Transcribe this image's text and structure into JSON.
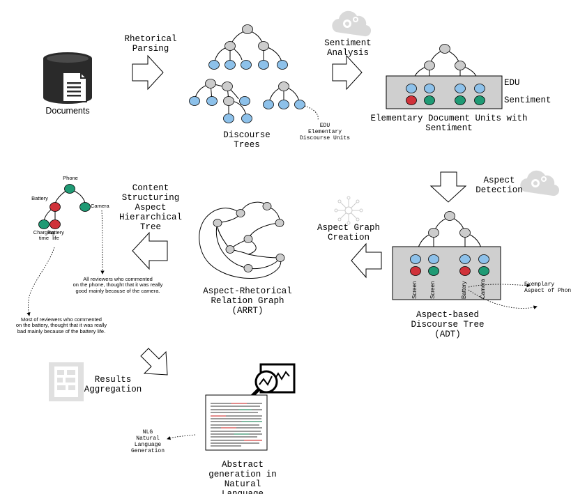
{
  "colors": {
    "blue_node": "#8dc1ea",
    "gray_node": "#cccccc",
    "red_node": "#d0323a",
    "green_node": "#1f9a74",
    "panel": "#cfcfcf",
    "icon_dark": "#2a2a2a",
    "icon_light": "#d9d9d9"
  },
  "documents": {
    "label": "Documents",
    "icon": "database-document-icon"
  },
  "rhetorical_parsing": {
    "label": "Rhetorical\nParsing"
  },
  "discourse_trees": {
    "label": "Discourse\nTrees"
  },
  "edu_note": {
    "label": "EDU\nElementary\nDiscourse Units"
  },
  "sentiment_analysis": {
    "label": "Sentiment\nAnalysis",
    "icon": "cloud-gear-icon"
  },
  "edu_panel": {
    "edu_label": "EDU",
    "sentiment_label": "Sentiment",
    "caption": "Elementary Document Units with\nSentiment"
  },
  "aspect_detection": {
    "label": "Aspect\nDetection",
    "icon": "cloud-gear-icon"
  },
  "adt": {
    "aspects": [
      "Screen",
      "Screen",
      "Battery",
      "Camera"
    ],
    "caption": "Aspect-based\nDiscourse Tree\n(ADT)",
    "exemplary_note": "Exemplary\nAspect of Phon"
  },
  "aspect_graph_creation": {
    "label": "Aspect Graph\nCreation",
    "icon": "network-hub-icon"
  },
  "arrt": {
    "caption": "Aspect-Rhetorical\nRelation Graph\n(ARRT)"
  },
  "content_structuring": {
    "label": "Content\nStructuring\nAspect\nHierarchical\nTree"
  },
  "hierarchy": {
    "phone": "Phone",
    "battery": "Battery",
    "camera": "Camera",
    "charging_time": "Charging\ntime",
    "battery_life": "Battery\nlife"
  },
  "reviews": {
    "camera_note": "All reviewers who commented\non the phone, thought that it was really\ngood mainly because of the camera.",
    "battery_note": "Most of reviewers who commented\non the battery, thought that it was really\nbad mainly because of the battery life."
  },
  "results_aggregation": {
    "label": "Results\nAggregation",
    "icon": "aggregation-table-icon"
  },
  "abstract_generation": {
    "label": "Abstract\ngeneration in\nNatural\nLanguage",
    "icon": "magnifier-chart-icon"
  },
  "nlg_note": {
    "label": "NLG\nNatural\nLanguage\nGeneration"
  }
}
